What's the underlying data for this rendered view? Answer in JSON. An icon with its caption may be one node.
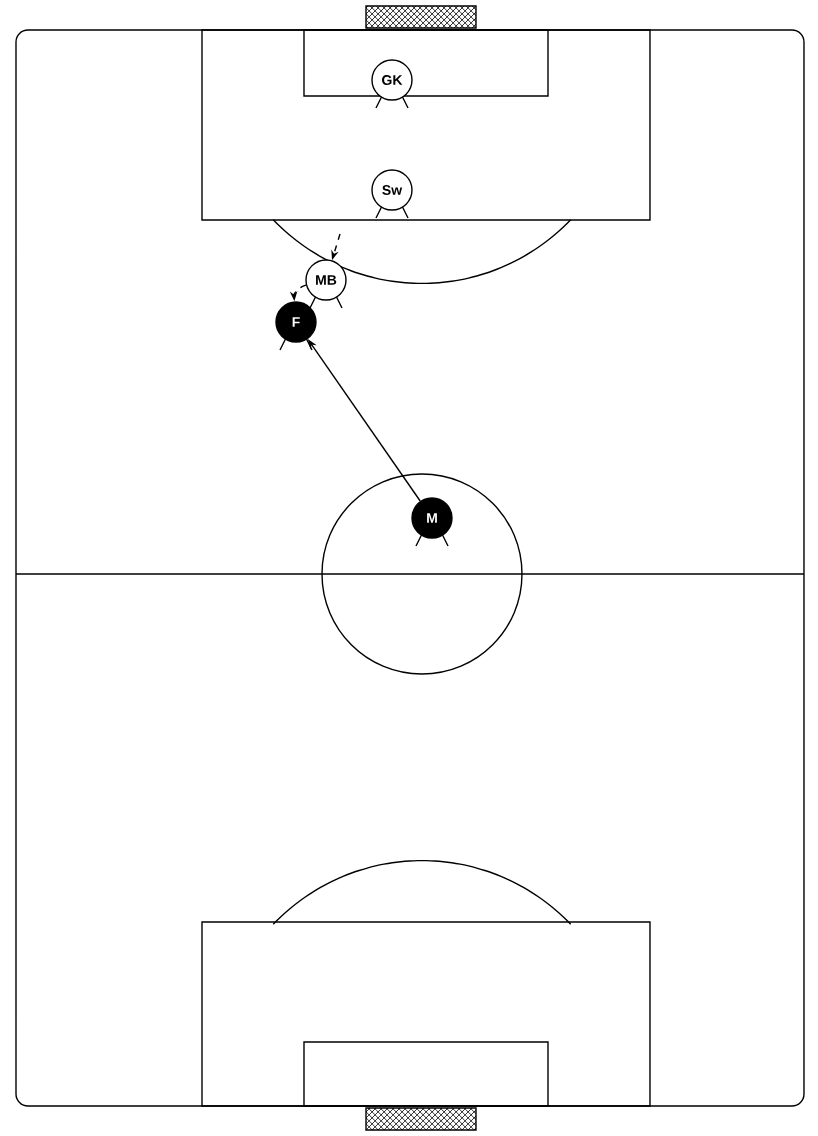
{
  "diagram": {
    "nodes": [
      {
        "text": [
          "GK"
        ]
      },
      {
        "text": [
          "Sw"
        ]
      },
      {
        "text": [
          "MB"
        ]
      },
      {
        "text": [
          "F"
        ]
      },
      {
        "text": [
          "M"
        ]
      }
    ],
    "edges": [
      {
        "from": null,
        "to": 2,
        "arrow": "to",
        "style": "dashed"
      },
      {
        "from": 2,
        "to": 3,
        "arrow": "to",
        "style": "dashed"
      },
      {
        "from": 4,
        "to": 3,
        "arrow": "to"
      }
    ]
  }
}
